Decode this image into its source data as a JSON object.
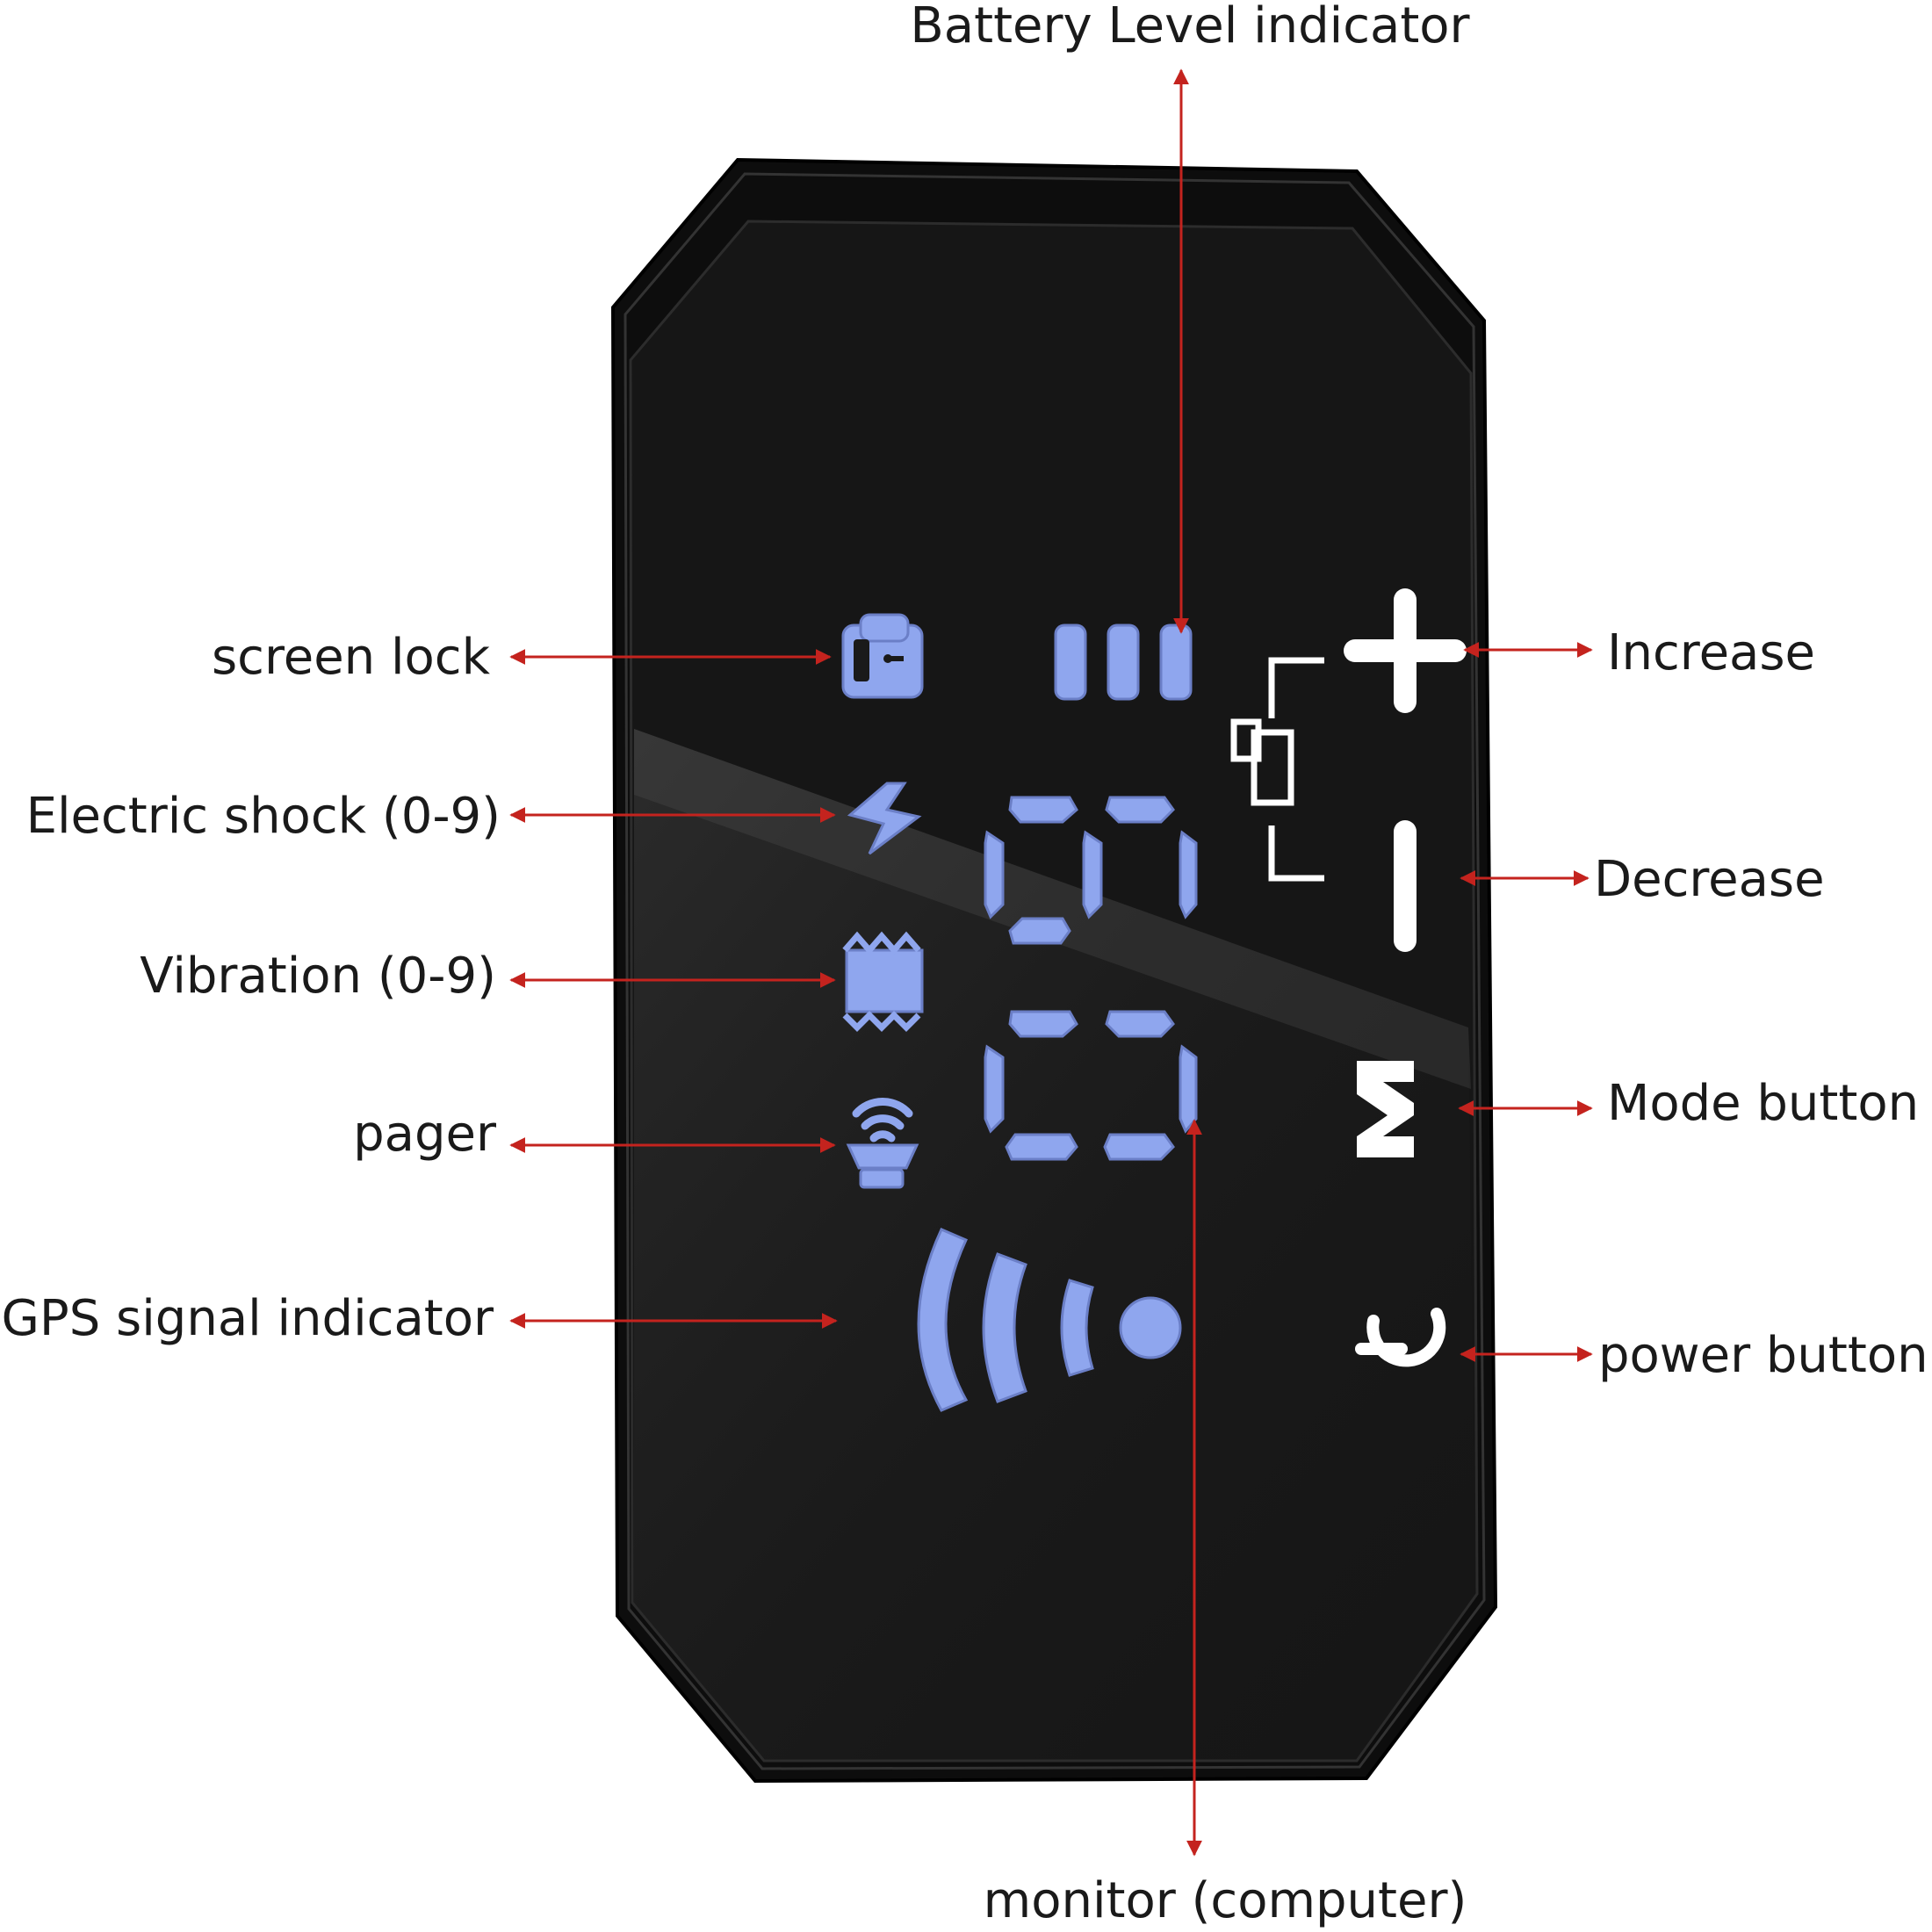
{
  "labels": {
    "battery": "Battery Level indicator",
    "screen_lock": "screen lock",
    "electric_shock": "Electric shock (0-9)",
    "vibration": "Vibration (0-9)",
    "pager": "pager",
    "gps": "GPS signal indicator",
    "increase": "Increase",
    "decrease": "Decrease",
    "mode": "Mode button",
    "power": "power button",
    "monitor": "monitor (computer)"
  },
  "buttons": {
    "mode_letter": "M"
  },
  "colors": {
    "device_body": "#141414",
    "device_edge": "#2b2b2b",
    "lcd_blue": "#8fa6ee",
    "button_white": "#ffffff",
    "arrow_red": "#c4231e",
    "label_text": "#1a1a1a"
  },
  "icons": [
    "lock-icon",
    "lightning-icon",
    "vibration-icon",
    "pager-icon",
    "gps-signal-icon",
    "plus-icon",
    "minus-icon",
    "power-icon",
    "mode-icon"
  ]
}
